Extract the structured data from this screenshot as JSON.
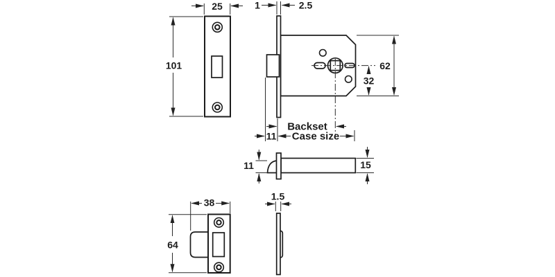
{
  "colors": {
    "background": "#ffffff",
    "object_line": "#1c1c1c",
    "dimension_line": "#2a2a2a"
  },
  "views": {
    "forend_front": {
      "width_mm": "25",
      "height_mm": "101"
    },
    "lock_case_front": {
      "faceplate_thickness_mm": "1",
      "faceplate_total_thickness_mm": "2.5",
      "case_height_mm": "62",
      "spindle_to_case_bottom_mm": "32",
      "backset_label": "Backset",
      "bolt_protrusion_mm": "11",
      "case_size_label": "Case size"
    },
    "latchbolt_side": {
      "bolt_height_mm": "11",
      "case_thickness_mm": "15"
    },
    "strike_plate_front": {
      "width_mm": "38",
      "height_mm": "64"
    },
    "strike_plate_side": {
      "thickness_mm": "1.5"
    }
  }
}
